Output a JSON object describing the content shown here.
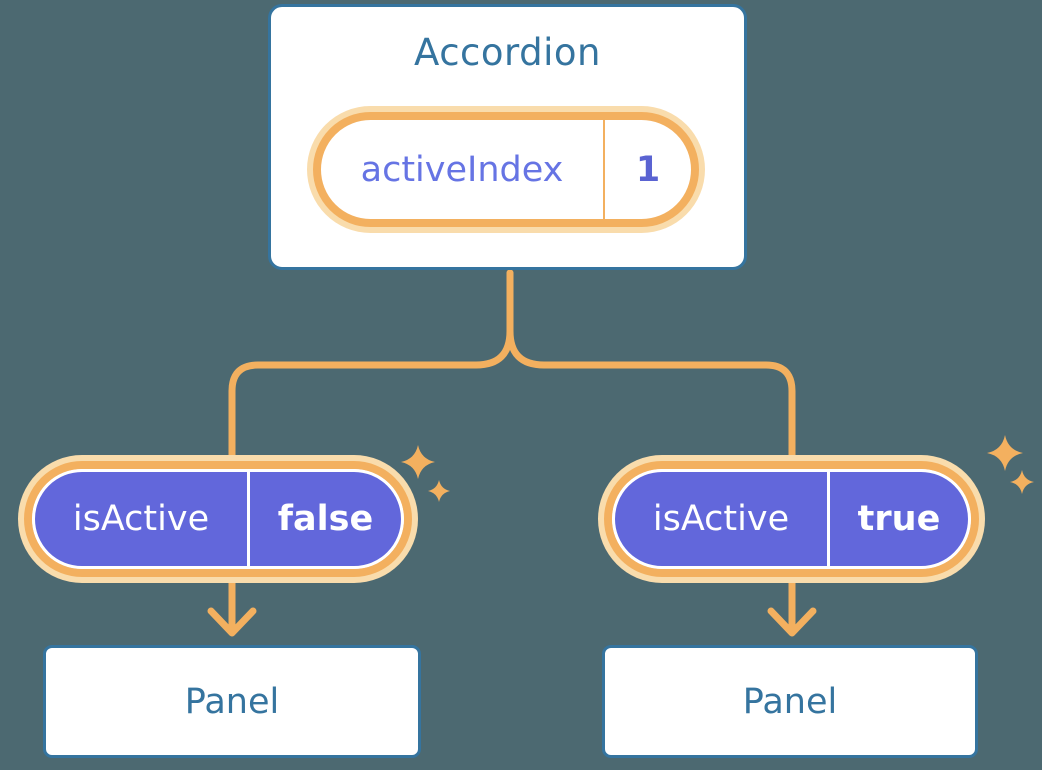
{
  "theme": {
    "bg": "#4C6971",
    "blue": "#35749F",
    "orange": "#F3B05F",
    "halo": "#F9DCAC",
    "purple": "#6267DB",
    "label-purple": "#6674E4",
    "value-indigo": "#5A63D2",
    "card-bg": "#FFFFFF",
    "pill-text": "#FFFFFF"
  },
  "diagram": {
    "root": {
      "title": "Accordion",
      "state": {
        "label": "activeIndex",
        "value": "1"
      }
    },
    "children": [
      {
        "state": {
          "label": "isActive",
          "value": "false"
        },
        "panel": {
          "title": "Panel"
        }
      },
      {
        "state": {
          "label": "isActive",
          "value": "true"
        },
        "panel": {
          "title": "Panel"
        }
      }
    ],
    "icons": {
      "sparkle": "sparkle-icon",
      "arrow": "arrow-down-icon"
    }
  }
}
